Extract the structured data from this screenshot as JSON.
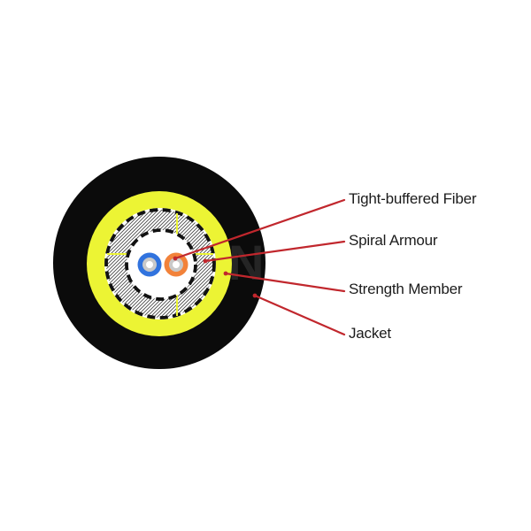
{
  "figure": {
    "description": "Fiber optic cable cross-section diagram",
    "watermark_letter": "N"
  },
  "labels": [
    {
      "text": "Tight-buffered Fiber"
    },
    {
      "text": "Spiral Armour"
    },
    {
      "text": "Strength Member"
    },
    {
      "text": "Jacket"
    }
  ],
  "colors": {
    "background": "#ffffff",
    "jacket_black": "#0b0b0b",
    "strength_member_yellow": "#ecf434",
    "armour_hatch_gray": "#4a4a4a",
    "core_white": "#ffffff",
    "dashed_border_black": "#111111",
    "fiber_blue": "#3173de",
    "fiber_orange": "#f2823a",
    "fiber_buffer_gray": "#c9c9c9",
    "fiber_core_white": "#ffffff",
    "leader_line_red": "#c1272d",
    "label_text": "#1c1c1c",
    "tick_yellow": "#ecf434",
    "watermark_gray": "#252525"
  }
}
